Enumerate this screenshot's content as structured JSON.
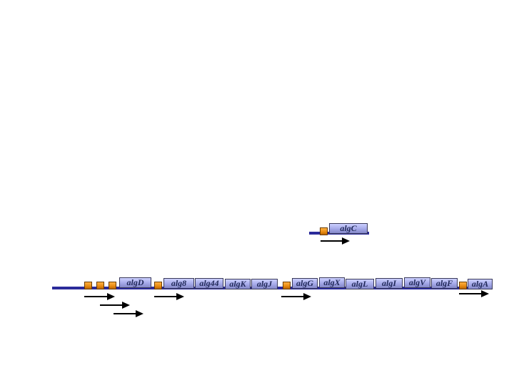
{
  "diagram": {
    "colors": {
      "backbone": "#2b2b9a",
      "gene_fill": "#a4a8e8",
      "promoter_fill": "#e88a10",
      "arrow": "#000000"
    },
    "upper_cluster": {
      "genes": [
        "algC"
      ]
    },
    "lower_cluster": {
      "genes": [
        "algD",
        "alg8",
        "alg44",
        "algK",
        "algJ",
        "algG",
        "algX",
        "algL",
        "algI",
        "algV",
        "algF",
        "algA"
      ]
    }
  }
}
